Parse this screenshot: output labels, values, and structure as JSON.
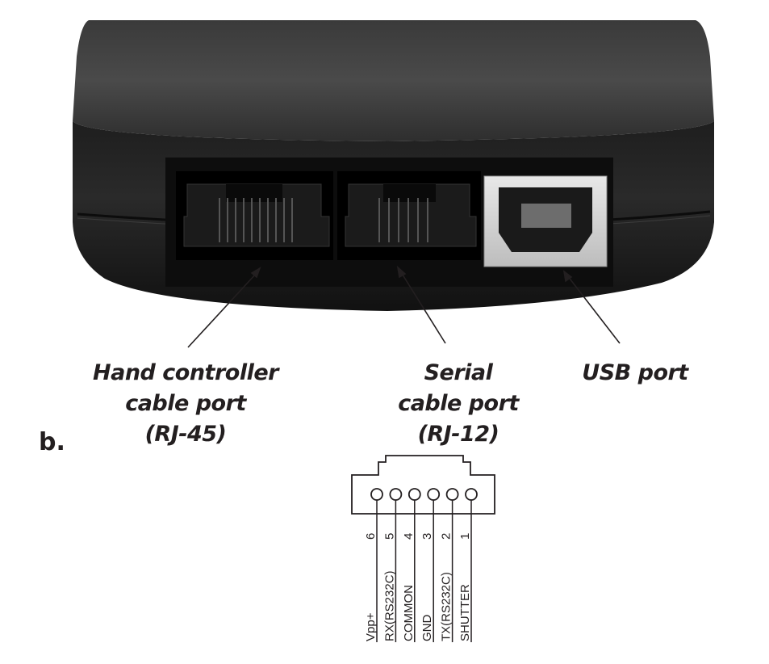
{
  "callouts": {
    "hand": {
      "line1": "Hand controller",
      "line2": "cable port",
      "line3": "(RJ-45)"
    },
    "serial": {
      "line1": "Serial",
      "line2": "cable port",
      "line3": "(RJ-12)"
    },
    "usb": {
      "line1": "USB port"
    }
  },
  "figure_letter": "b.",
  "pinout": {
    "pins": [
      {
        "number": "6",
        "label": "Vpp+"
      },
      {
        "number": "5",
        "label": "RX(RS232C)"
      },
      {
        "number": "4",
        "label": "COMMON"
      },
      {
        "number": "3",
        "label": "GND"
      },
      {
        "number": "2",
        "label": "TX(RS232C)"
      },
      {
        "number": "1",
        "label": "SHUTTER"
      }
    ]
  }
}
